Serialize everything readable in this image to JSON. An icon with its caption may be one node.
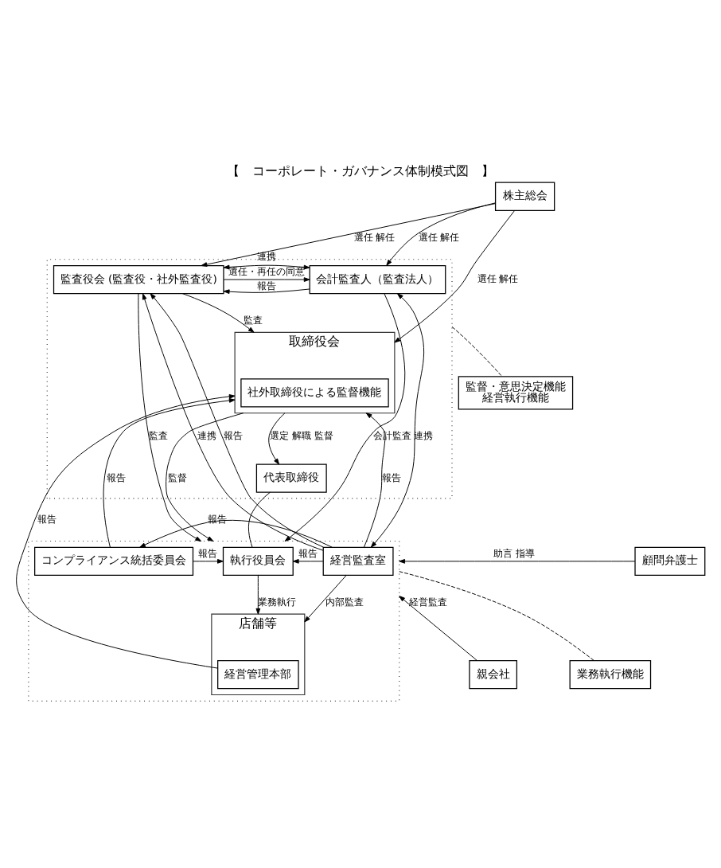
{
  "diagram": {
    "title": "【　コーポレート・ガバナンス体制模式図　】",
    "nodes": [
      {
        "text": [
          "株主総会"
        ]
      },
      {
        "text": [],
        "shape": "box"
      },
      {
        "text": [
          "会計監査人（監査法人）"
        ],
        "in": 1
      },
      {
        "text": [
          "監査役会 (監査役・社外監査役)"
        ],
        "in": 1
      },
      {
        "text": [
          "取締役会"
        ],
        "in": 1
      },
      {
        "text": [
          "社外取締役による監督機能"
        ],
        "in": 4
      },
      {
        "text": [
          "代表取締役"
        ],
        "in": 1
      },
      {
        "text": [
          "監督・意思決定機能",
          "経営執行機能"
        ]
      },
      {
        "text": [],
        "shape": "box"
      },
      {
        "text": [
          "経営監査室"
        ],
        "in": 8
      },
      {
        "text": [
          "執行役員会"
        ],
        "in": 8
      },
      {
        "text": [
          "コンプライアンス統括委員会"
        ],
        "in": 8
      },
      {
        "text": [
          "店舗等"
        ],
        "in": 8
      },
      {
        "text": [
          "経営管理本部"
        ],
        "in": 12
      },
      {
        "text": [
          "業務執行機能"
        ]
      },
      {
        "text": [
          "顧問弁護士"
        ]
      },
      {
        "text": [
          "親会社"
        ]
      }
    ],
    "edges": [
      {
        "from": 0,
        "to": 2,
        "arrow": "to",
        "label": "選任 解任"
      },
      {
        "from": 0,
        "to": 3,
        "arrow": "to",
        "label": "選任 解任"
      },
      {
        "from": 0,
        "to": 4,
        "arrow": "to",
        "label": "選任 解任"
      },
      {
        "from": 2,
        "to": 3,
        "arrow": "to",
        "label": "報告"
      },
      {
        "from": 2,
        "to": 3,
        "arrow": "both",
        "label": "連携"
      },
      {
        "from": 3,
        "to": 2,
        "arrow": "to",
        "label": "選任・再任の同意"
      },
      {
        "from": 3,
        "to": 4,
        "arrow": "to",
        "label": "監査"
      },
      {
        "from": 3,
        "to": 8,
        "arrow": "to",
        "label": "監査"
      },
      {
        "from": 9,
        "to": 3,
        "arrow": "to",
        "label": "連携"
      },
      {
        "from": 9,
        "to": 3,
        "arrow": "to",
        "label": "報告"
      },
      {
        "from": 9,
        "to": 4,
        "arrow": "to",
        "label": "報告"
      },
      {
        "from": 2,
        "to": 8,
        "arrow": "to",
        "label": "会計監査"
      },
      {
        "from": 2,
        "to": 9,
        "arrow": "both",
        "label": "連携"
      },
      {
        "from": 4,
        "to": 6,
        "arrow": "to",
        "label": "選定 解職 監督"
      },
      {
        "from": 6,
        "to": 10,
        "arrow": "none"
      },
      {
        "from": 11,
        "to": 4,
        "arrow": "to",
        "label": "報告"
      },
      {
        "from": 11,
        "to": 10,
        "arrow": "to",
        "label": "報告"
      },
      {
        "from": 4,
        "to": 8,
        "arrow": "to",
        "label": "監督"
      },
      {
        "from": 9,
        "to": 10,
        "arrow": "to",
        "label": "報告"
      },
      {
        "from": 9,
        "to": 11,
        "arrow": "to",
        "label": "報告"
      },
      {
        "from": 13,
        "to": 4,
        "arrow": "to",
        "label": "報告"
      },
      {
        "from": 10,
        "to": 12,
        "arrow": "to",
        "label": "業務執行"
      },
      {
        "from": 9,
        "to": 12,
        "arrow": "to",
        "label": "内部監査"
      },
      {
        "from": 15,
        "to": 8,
        "arrow": "to",
        "label": "助言 指導"
      },
      {
        "from": 16,
        "to": 8,
        "arrow": "to",
        "label": "経営監査"
      },
      {
        "from": 7,
        "to": 1,
        "arrow": "none",
        "style": "dashed"
      },
      {
        "from": 14,
        "to": 8,
        "arrow": "none",
        "style": "dashed"
      }
    ]
  }
}
